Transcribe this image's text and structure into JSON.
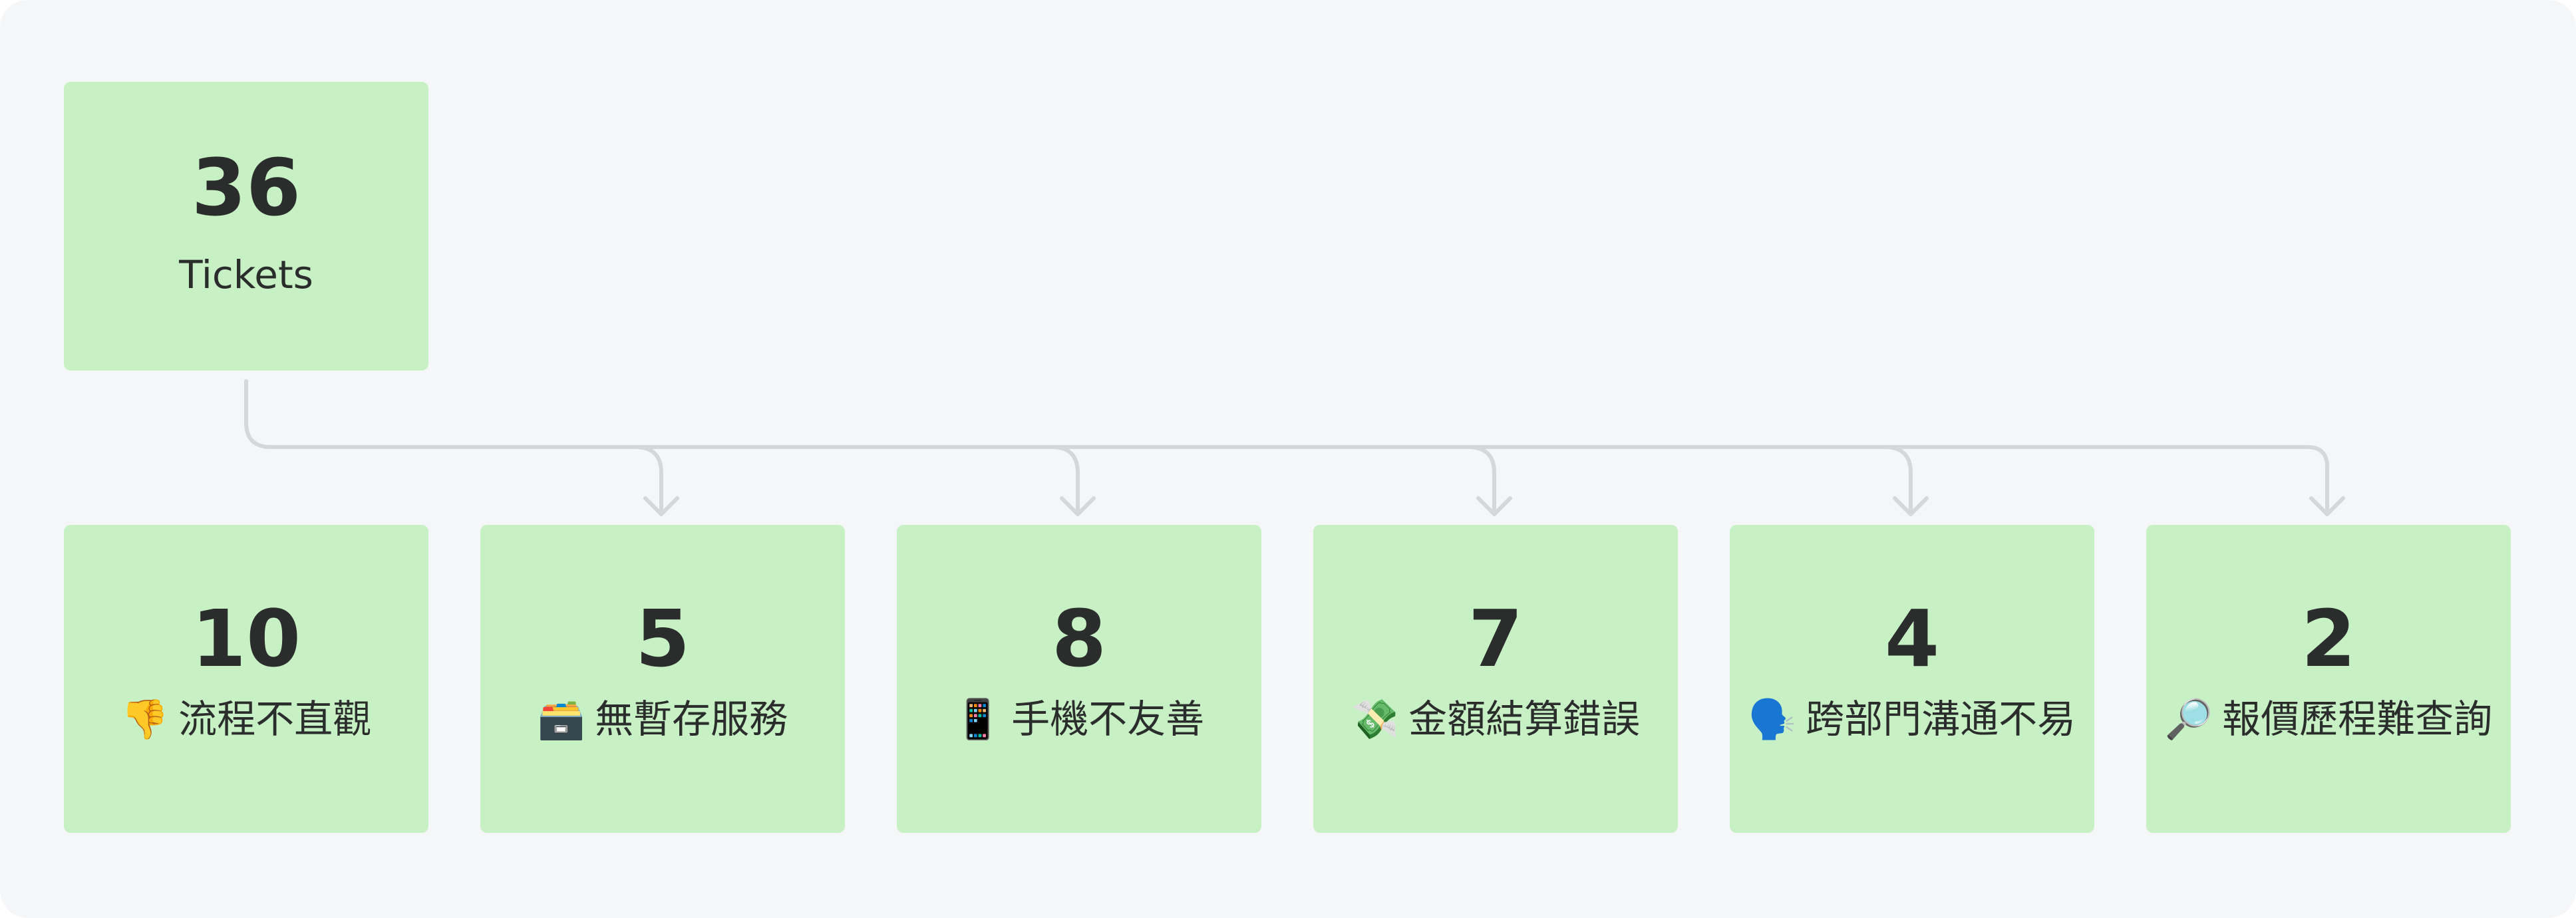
{
  "root": {
    "value": "36",
    "label": "Tickets"
  },
  "categories": [
    {
      "value": "10",
      "emoji": "👎",
      "label": "流程不直觀"
    },
    {
      "value": "5",
      "emoji": "🗃️",
      "label": "無暫存服務"
    },
    {
      "value": "8",
      "emoji": "📱",
      "label": "手機不友善"
    },
    {
      "value": "7",
      "emoji": "💸",
      "label": "金額結算錯誤"
    },
    {
      "value": "4",
      "emoji": "🗣️",
      "label": "跨部門溝通不易"
    },
    {
      "value": "2",
      "emoji": "🔎",
      "label": "報價歷程難查詢"
    }
  ],
  "colors": {
    "background": "#f5f6f8",
    "card": "#c7f1c5",
    "connector": "#d6d7d8",
    "text": "#2a2d2b"
  }
}
